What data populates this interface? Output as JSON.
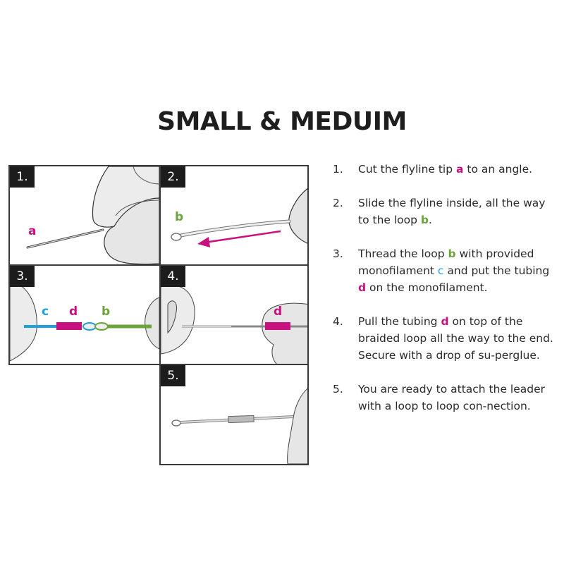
{
  "title": "SMALL & MEDUIM",
  "colors": {
    "a": "#c8117e",
    "b": "#6ba43a",
    "c": "#1ea0dc",
    "d": "#c8117e",
    "panel_border": "#3a3a3a",
    "badge_bg": "#1c1c1c"
  },
  "panels": [
    {
      "number": "1.",
      "labels": [
        "a"
      ]
    },
    {
      "number": "2.",
      "labels": [
        "b"
      ],
      "arrow": "left-pointing magenta arrow"
    },
    {
      "number": "3.",
      "labels": [
        "c",
        "d",
        "b"
      ]
    },
    {
      "number": "4.",
      "labels": [
        "d"
      ]
    },
    {
      "number": "5.",
      "labels": []
    }
  ],
  "steps": [
    {
      "num": "1.",
      "parts": [
        "Cut the flyline tip ",
        "a",
        " to an angle."
      ]
    },
    {
      "num": "2.",
      "parts": [
        "Slide the flyline inside, all the way to the loop ",
        "b",
        "."
      ]
    },
    {
      "num": "3.",
      "parts": [
        "Thread the loop ",
        "b",
        " with provided monofilament ",
        "c",
        " and put the tubing ",
        "d",
        " on the monofilament."
      ]
    },
    {
      "num": "4.",
      "parts": [
        "Pull the tubing ",
        "d",
        " on top of the braided loop all the way to the end. Secure with a drop of su-perglue."
      ]
    },
    {
      "num": "5.",
      "parts": [
        "You are ready to attach the leader with a loop to loop con-nection."
      ]
    }
  ]
}
